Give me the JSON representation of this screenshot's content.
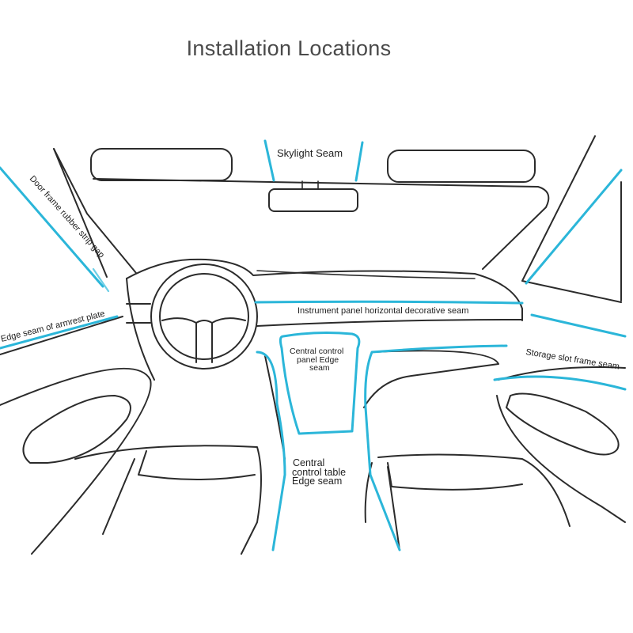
{
  "title": "Installation Locations",
  "labels": {
    "skylight_seam": "Skylight Seam",
    "door_frame": "Door frame rubber strip gap",
    "armrest": "Edge seam of armrest plate",
    "instrument_panel": "Instrument panel horizontal decorative seam",
    "central_panel_line1": "Central control",
    "central_panel_line2": "panel Edge",
    "central_panel_line3": "seam",
    "storage_slot": "Storage slot frame seam",
    "central_table_line1": "Central",
    "central_table_line2": "control table",
    "central_table_line3": "Edge seam"
  },
  "colors": {
    "outline": "#2b2b2b",
    "accent_glow": "#2bb6d9",
    "title_text": "#4a4a4a"
  }
}
